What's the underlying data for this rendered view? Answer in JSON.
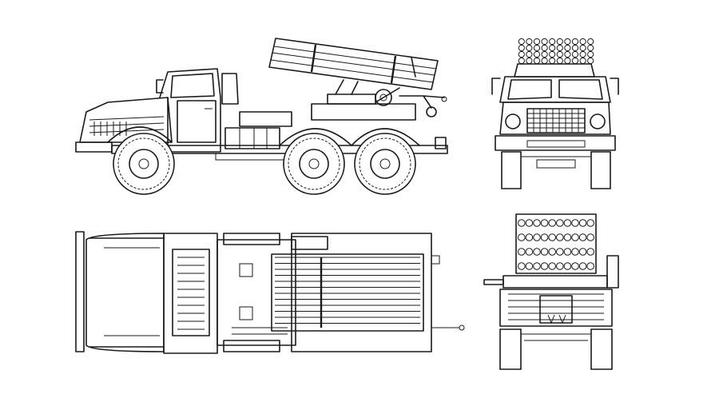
{
  "views": [
    {
      "id": "side",
      "name": "side-view"
    },
    {
      "id": "front",
      "name": "front-view"
    },
    {
      "id": "top",
      "name": "top-view"
    },
    {
      "id": "rear",
      "name": "rear-view"
    }
  ],
  "colors": {
    "line": "#1a1a1a",
    "paper": "#fefefe"
  },
  "launcher": {
    "tube_rows": 4,
    "tube_cols": 10
  }
}
